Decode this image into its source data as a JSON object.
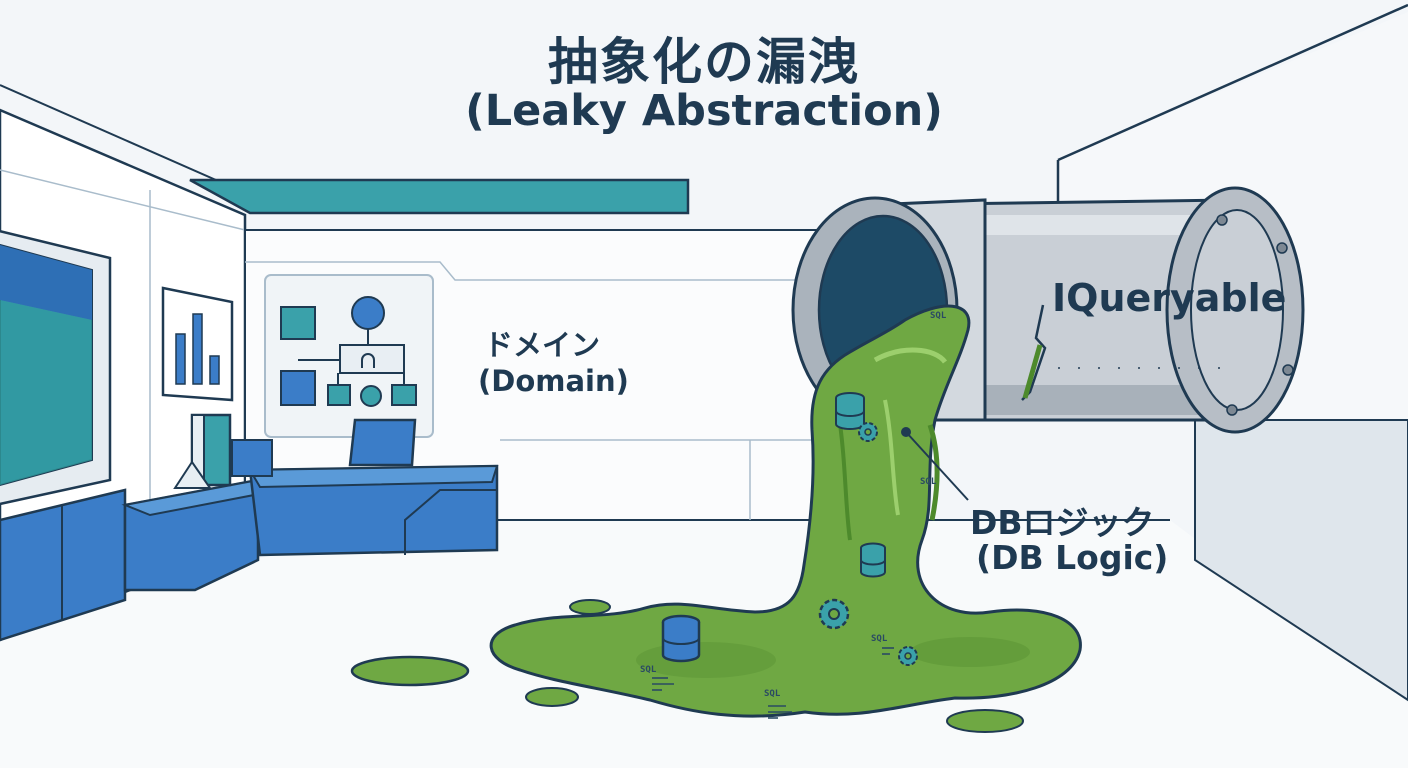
{
  "title": {
    "ja": "抽象化の漏洩",
    "en": "(Leaky Abstraction)"
  },
  "domain_label": {
    "ja": "ドメイン",
    "en": "(Domain)"
  },
  "pipe_label": "IQueryable",
  "db_logic_label": {
    "ja": "DBロジック",
    "en": "(DB Logic)"
  },
  "sludge_tags": [
    "SQL",
    "SQL",
    "SQL",
    "SQL",
    "SQL"
  ],
  "colors": {
    "outline": "#1f3a52",
    "room_wall": "#f8fafc",
    "teal_accent": "#3aa1aa",
    "furniture_blue": "#3b7dc8",
    "sludge_green": "#6fa843",
    "sludge_dark": "#4d8a2c",
    "pipe_steel": "#c9cfd6",
    "pipe_inner": "#1d4a66"
  },
  "icons": [
    "database-icon",
    "gear-icon",
    "code-lines-icon",
    "bar-chart-icon",
    "org-chart-icon",
    "pipe-icon"
  ]
}
